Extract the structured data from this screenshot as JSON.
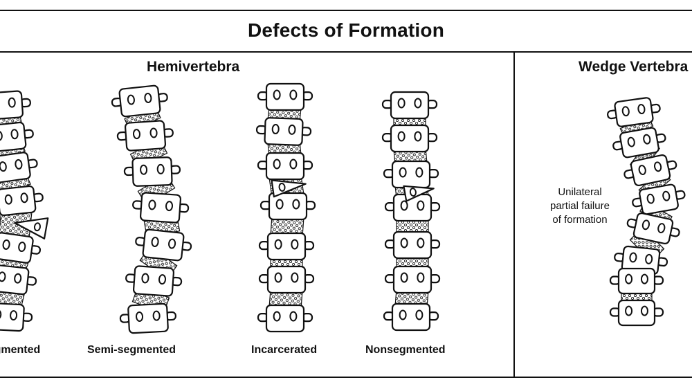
{
  "header": {
    "title": "Defects of Formation"
  },
  "sections": {
    "hemivertebra": "Hemivertebra",
    "wedge": "Wedge Vertebra"
  },
  "captions": {
    "segmented": "Segmented",
    "semi_segmented": "Semi-segmented",
    "incarcerated": "Incarcerated",
    "nonsegmented": "Nonsegmented"
  },
  "annotation": {
    "line1": "Unilateral",
    "line2": "partial failure",
    "line3": "of formation"
  }
}
